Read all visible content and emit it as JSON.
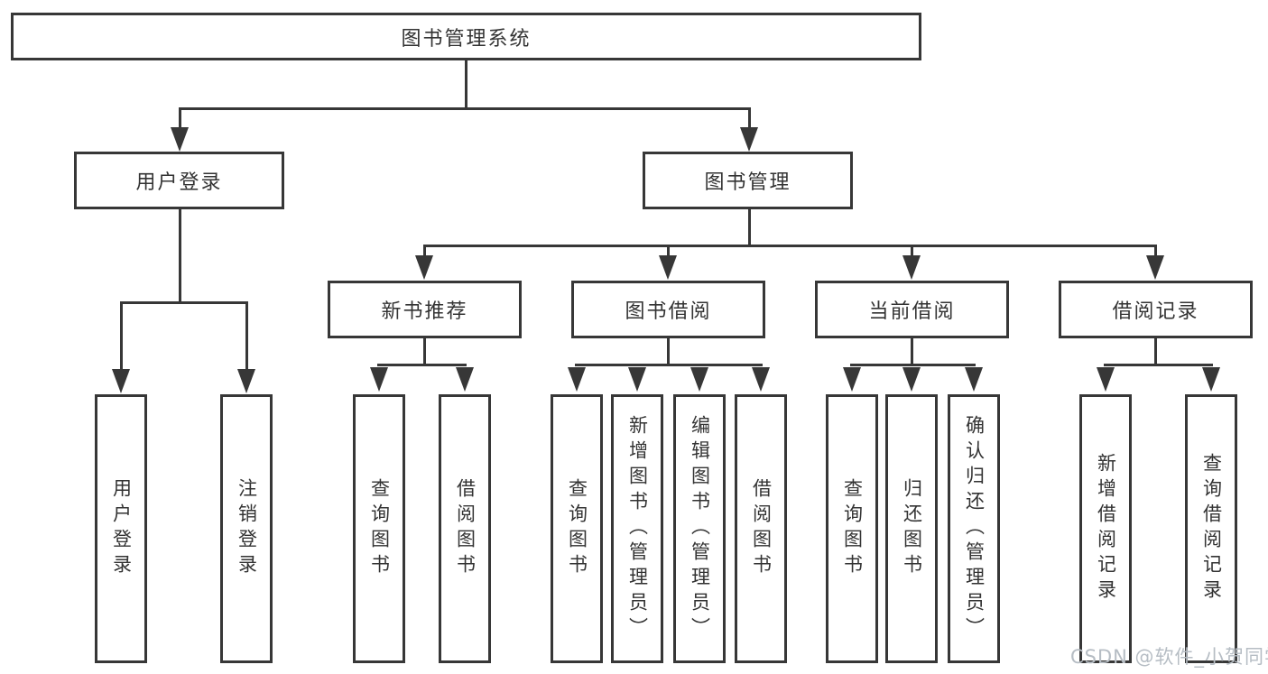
{
  "colors": {
    "line": "#373737",
    "box_border": "#373737",
    "box_background": "#ffffff",
    "text": "#333333",
    "watermark": "#b6bdc4"
  },
  "root": {
    "label": "图书管理系统"
  },
  "branches": {
    "user_login": {
      "label": "用户登录"
    },
    "book_mgmt": {
      "label": "图书管理"
    }
  },
  "modules": {
    "new_book": {
      "label": "新书推荐"
    },
    "book_borrow": {
      "label": "图书借阅"
    },
    "current_borrow": {
      "label": "当前借阅"
    },
    "borrow_record": {
      "label": "借阅记录"
    }
  },
  "leaves": {
    "login": {
      "label": "用户登录"
    },
    "logout": {
      "label": "注销登录"
    },
    "nb_query": {
      "label": "查询图书"
    },
    "nb_borrow": {
      "label": "借阅图书"
    },
    "bb_query": {
      "label": "查询图书"
    },
    "bb_add": {
      "label": "新增图书（管理员）"
    },
    "bb_edit": {
      "label": "编辑图书（管理员）"
    },
    "bb_borrow": {
      "label": "借阅图书"
    },
    "cb_query": {
      "label": "查询图书"
    },
    "cb_return": {
      "label": "归还图书"
    },
    "cb_confirm": {
      "label": "确认归还（管理员）"
    },
    "br_add": {
      "label": "新增借阅记录"
    },
    "br_query": {
      "label": "查询借阅记录"
    }
  },
  "watermark": {
    "text": "CSDN @软件_小贺同学"
  }
}
